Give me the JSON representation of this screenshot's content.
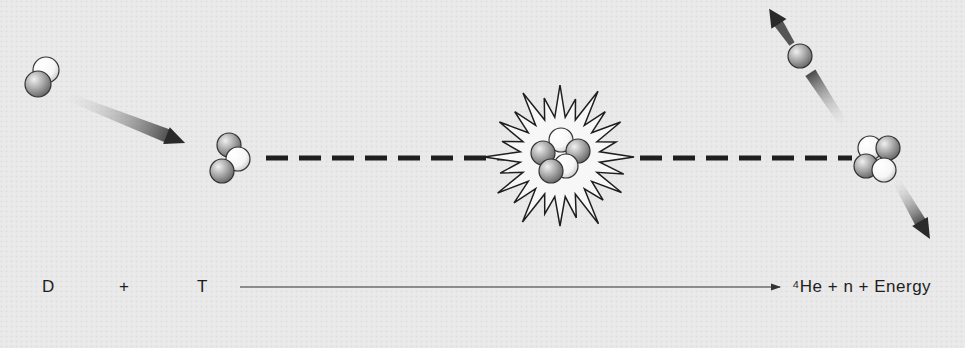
{
  "diagram": {
    "labels": [
      "D",
      "+",
      "T",
      "⁴He + n + Energy"
    ]
  }
}
